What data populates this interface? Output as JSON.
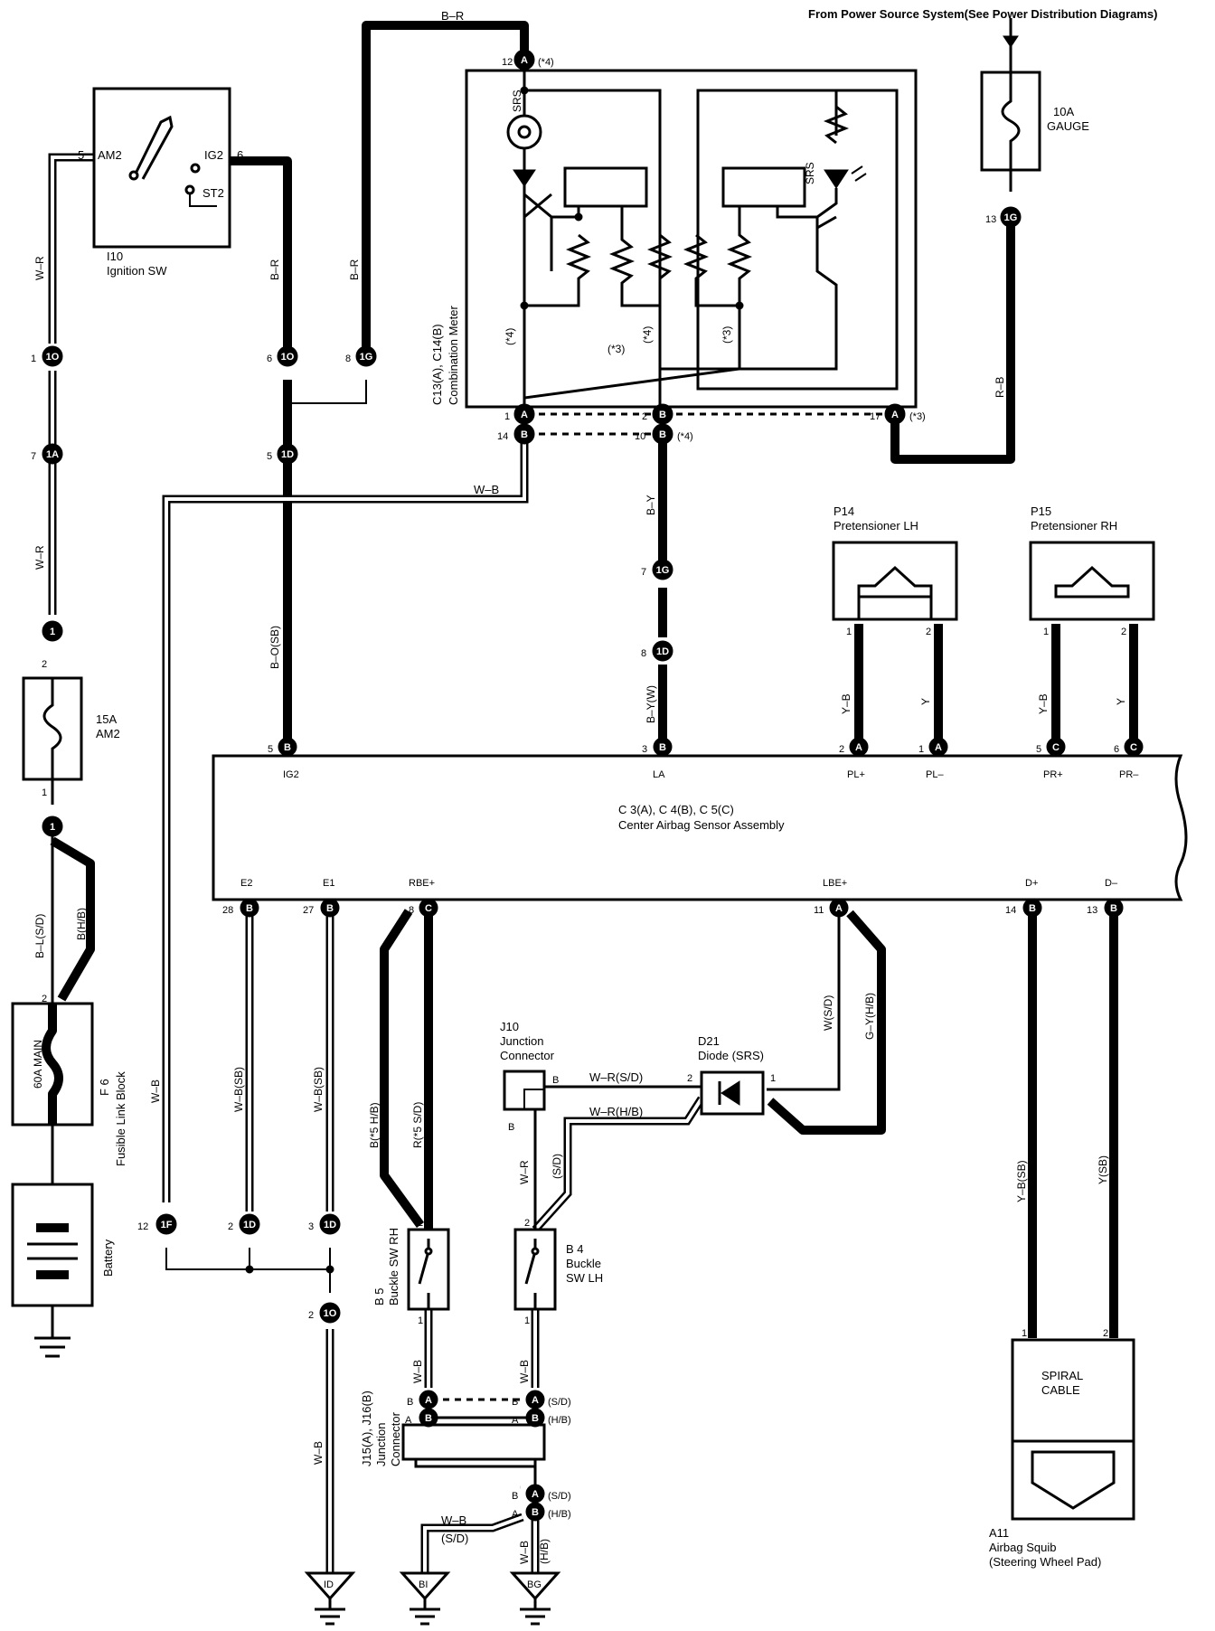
{
  "header": {
    "power_note": "From Power Source System(See Power Distribution Diagrams)"
  },
  "components": {
    "ignition_sw": {
      "id": "I10",
      "name": "Ignition SW",
      "pins": [
        "AM2",
        "IG2",
        "ST2"
      ],
      "pin_nums": [
        "5",
        "6"
      ]
    },
    "combination_meter": {
      "id": "C13(A), C14(B)",
      "name": "Combination Meter",
      "srs": "SRS"
    },
    "fuse_gauge": {
      "rating": "10A",
      "name": "GAUGE"
    },
    "fuse_am2": {
      "rating": "15A",
      "name": "AM2"
    },
    "fusible_link": {
      "id": "F 6",
      "name": "Fusible Link Block",
      "rating": "60A MAIN"
    },
    "battery": {
      "name": "Battery"
    },
    "pretensioner_lh": {
      "id": "P14",
      "name": "Pretensioner LH"
    },
    "pretensioner_rh": {
      "id": "P15",
      "name": "Pretensioner RH"
    },
    "airbag_sensor": {
      "id": "C 3(A), C 4(B), C 5(C)",
      "name": "Center Airbag Sensor Assembly",
      "top_terms": [
        "IG2",
        "LA",
        "PL+",
        "PL–",
        "PR+",
        "PR–"
      ],
      "bottom_terms": [
        "E2",
        "E1",
        "RBE+",
        "LBE+",
        "D+",
        "D–"
      ]
    },
    "junction_j10": {
      "id": "J10",
      "name": "Junction",
      "name2": "Connector"
    },
    "diode": {
      "id": "D21",
      "name": "Diode (SRS)"
    },
    "buckle_rh": {
      "id": "B 5",
      "name": "Buckle SW RH"
    },
    "buckle_lh": {
      "id": "B 4",
      "name": "Buckle",
      "name2": "SW LH"
    },
    "junction_j15": {
      "id": "J15(A), J16(B)",
      "name": "Junction",
      "name2": "Connector"
    },
    "spiral_cable": {
      "name": "SPIRAL",
      "name2": "CABLE"
    },
    "airbag_squib": {
      "id": "A11",
      "name": "Airbag Squib",
      "name2": "(Steering Wheel Pad)"
    }
  },
  "wires": {
    "w_r": "W–R",
    "b_r": "B–R",
    "r_b": "R–B",
    "w_b": "W–B",
    "b_y": "B–Y",
    "b_o_sb": "B–O(SB)",
    "b_y_w": "B–Y(W)",
    "y_b": "Y–B",
    "y": "Y",
    "b_l_sd": "B–L(S/D)",
    "b_hb": "B(H/B)",
    "w_b_sb": "W–B(SB)",
    "b5hb": "B(*5 H/B)",
    "r5sd": "R(*5 S/D)",
    "w_sd": "W(S/D)",
    "g_y_hb": "G–Y(H/B)",
    "w_r_sd": "W–R(S/D)",
    "w_r_hb": "W–R(H/B)",
    "sd": "(S/D)",
    "hb": "(H/B)",
    "y_b_sb": "Y–B(SB)",
    "y_sb": "Y(SB)"
  },
  "notes": {
    "n3": "(*3)",
    "n4": "(*4)"
  },
  "grounds": [
    "ID",
    "BI",
    "BG"
  ]
}
